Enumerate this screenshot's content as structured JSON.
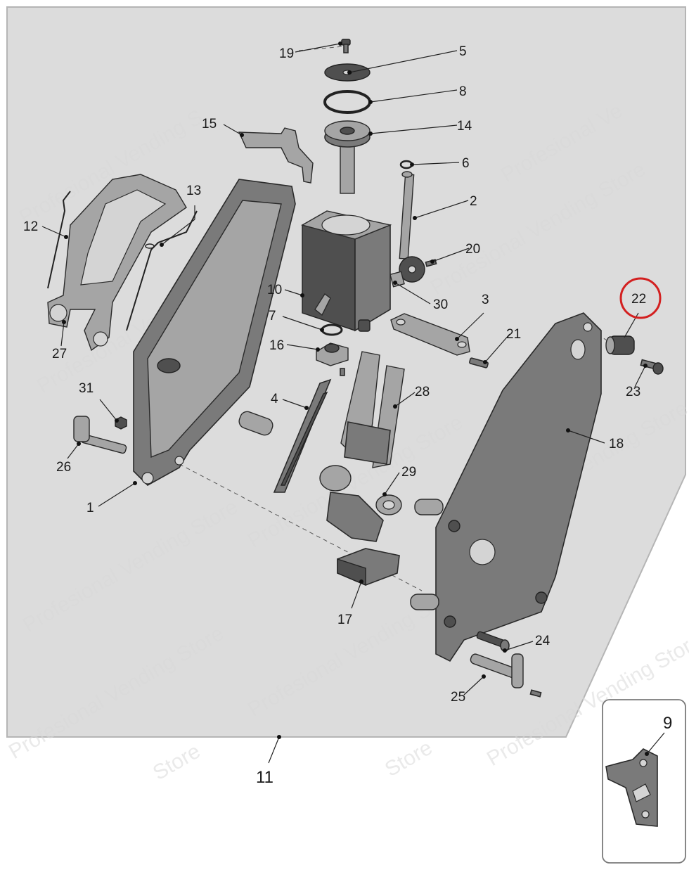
{
  "callouts": {
    "c1": "1",
    "c2": "2",
    "c3": "3",
    "c4": "4",
    "c5": "5",
    "c6": "6",
    "c7": "7",
    "c8": "8",
    "c9": "9",
    "c10": "10",
    "c11": "11",
    "c12": "12",
    "c13": "13",
    "c14": "14",
    "c15": "15",
    "c16": "16",
    "c17": "17",
    "c18": "18",
    "c19": "19",
    "c20": "20",
    "c21": "21",
    "c22": "22",
    "c23": "23",
    "c24": "24",
    "c25": "25",
    "c26": "26",
    "c27": "27",
    "c28": "28",
    "c29": "29",
    "c30": "30",
    "c31": "31"
  },
  "highlight": {
    "part": "22",
    "ring_color": "#d32020"
  },
  "watermark": {
    "text": "Profesional Vending Store",
    "fragment_a": "Profesional Vending S",
    "fragment_b": "Store",
    "fragment_c": "Profesional Ve"
  }
}
